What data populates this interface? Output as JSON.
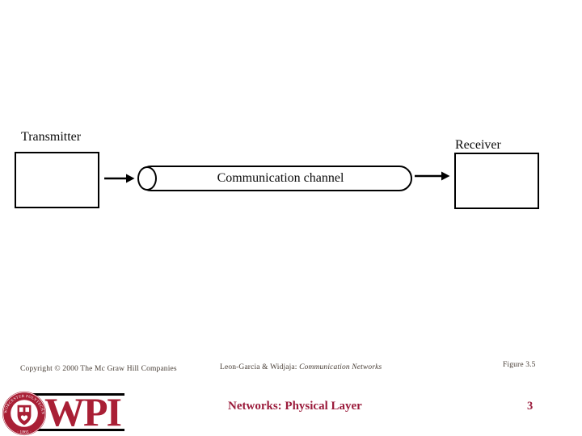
{
  "slide": {
    "diagram": {
      "transmitter_label": "Transmitter",
      "receiver_label": "Receiver",
      "channel_label": "Communication channel"
    },
    "footer": {
      "copyright": "Copyright © 2000 The Mc Graw Hill Companies",
      "attribution_prefix": "Leon-Garcia & Widjaja: ",
      "attribution_title": "Communication Networks",
      "figure": "Figure 3.5"
    },
    "bottom_bar": {
      "wordmark": "WPI",
      "seal_ring_text": "WORCESTER POLYTECHNIC INSTITUTE",
      "seal_year": "· 1865 ·",
      "course_title": "Networks: Physical Layer",
      "page_number": "3"
    },
    "colors": {
      "crimson_logo": "#A91F35",
      "crimson_text": "#9B1C3C",
      "small_text": "#4a4038"
    },
    "icons": {
      "arrow_left": "right-arrow-icon",
      "arrow_right": "right-arrow-icon",
      "logo": "wpi-seal-logo"
    }
  }
}
